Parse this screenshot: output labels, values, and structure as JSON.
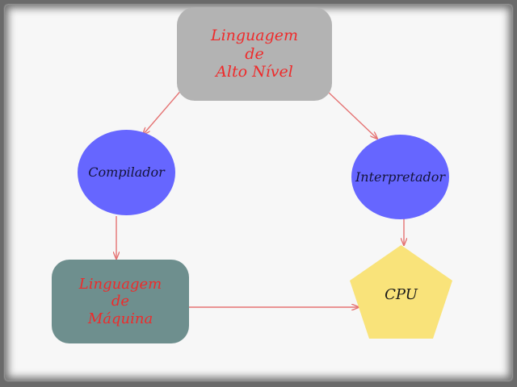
{
  "nodes": {
    "high_level_language": {
      "label": "Linguagem\nde\nAlto Nível"
    },
    "compiler": {
      "label": "Compilador"
    },
    "interpreter": {
      "label": "Interpretador"
    },
    "machine_language": {
      "label": "Linguagem\nde\nMáquina"
    },
    "cpu": {
      "label": "CPU"
    }
  },
  "colors": {
    "high_level_fill": "#b3b3b3",
    "ellipse_fill": "#6666ff",
    "machine_fill": "#6e8f8e",
    "cpu_fill": "#f9e37a",
    "red_text": "#ee2b2b",
    "arrow": "#e57373"
  }
}
